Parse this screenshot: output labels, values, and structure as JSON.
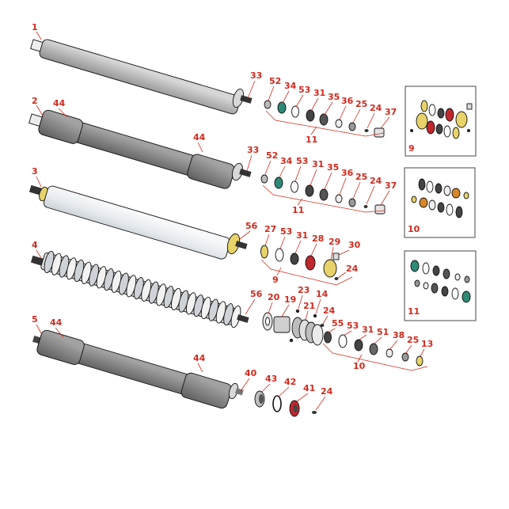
{
  "rollers": [
    {
      "id": "1"
    },
    {
      "id": "2"
    },
    {
      "id": "3"
    },
    {
      "id": "4"
    },
    {
      "id": "5"
    }
  ],
  "callouts": {
    "r1_33": "33",
    "r1_52": "52",
    "r1_34": "34",
    "r1_53": "53",
    "r1_31": "31",
    "r1_35": "35",
    "r1_36": "36",
    "r1_25": "25",
    "r1_24": "24",
    "r1_37": "37",
    "r1_11": "11",
    "r2_44a": "44",
    "r2_44b": "44",
    "r2_33": "33",
    "r2_52": "52",
    "r2_34": "34",
    "r2_53": "53",
    "r2_31": "31",
    "r2_35": "35",
    "r2_36": "36",
    "r2_25": "25",
    "r2_24": "24",
    "r2_37": "37",
    "r2_11": "11",
    "r3_56": "56",
    "r3_27": "27",
    "r3_53": "53",
    "r3_31": "31",
    "r3_28": "28",
    "r3_29": "29",
    "r3_30": "30",
    "r3_24": "24",
    "r3_9": "9",
    "r4_56": "56",
    "r4_20": "20",
    "r4_19": "19",
    "r4_23": "23",
    "r4_14": "14",
    "r4_21": "21",
    "r4_24": "24",
    "r4_55": "55",
    "r4_53": "53",
    "r4_31": "31",
    "r4_51": "51",
    "r4_38": "38",
    "r4_25": "25",
    "r4_13": "13",
    "r4_10": "10",
    "r5_44a": "44",
    "r5_44b": "44",
    "r5_40": "40",
    "r5_43": "43",
    "r5_42": "42",
    "r5_41": "41",
    "r5_24": "24"
  },
  "insets": [
    {
      "id": "9"
    },
    {
      "id": "10"
    },
    {
      "id": "11"
    }
  ],
  "colors": {
    "label": "#d22a1e",
    "roller_gray": "#b4b4b4",
    "roller_dark": "#7e7e7e",
    "roller_light": "#e6eaee",
    "teal": "#2e8a76",
    "yellow": "#e8d36a",
    "red": "#c0272d",
    "orange": "#d8872a"
  }
}
